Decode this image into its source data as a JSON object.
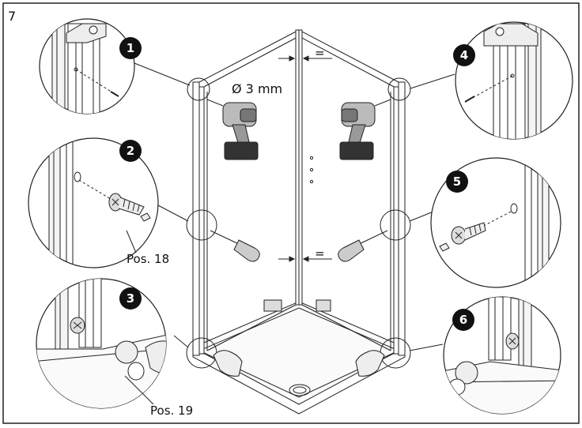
{
  "step_number": "7",
  "drill_bit_label": "Ø 3 mm",
  "equal_sign": "=",
  "callouts": [
    {
      "number": "1",
      "part_label": ""
    },
    {
      "number": "2",
      "part_label": "Pos. 18"
    },
    {
      "number": "3",
      "part_label": "Pos. 19"
    },
    {
      "number": "4",
      "part_label": ""
    },
    {
      "number": "5",
      "part_label": ""
    },
    {
      "number": "6",
      "part_label": ""
    }
  ]
}
